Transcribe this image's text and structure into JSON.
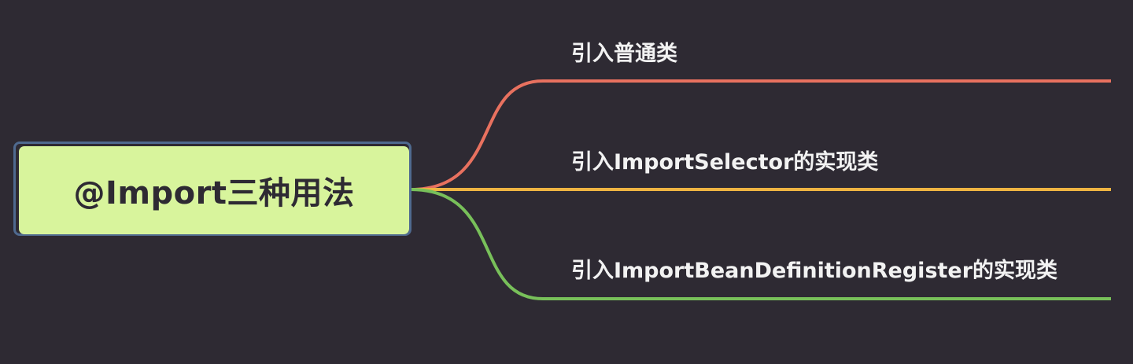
{
  "root": {
    "title": "@Import三种用法"
  },
  "branches": [
    {
      "label": "引入普通类",
      "color": "#e8715f"
    },
    {
      "label": "引入ImportSelector的实现类",
      "color": "#eeb442"
    },
    {
      "label": "引入ImportBeanDefinitionRegister的实现类",
      "color": "#78c05a"
    }
  ],
  "colors": {
    "background": "#2e2a33",
    "root_fill": "#d8f49c",
    "root_border": "#4f6a8f"
  }
}
